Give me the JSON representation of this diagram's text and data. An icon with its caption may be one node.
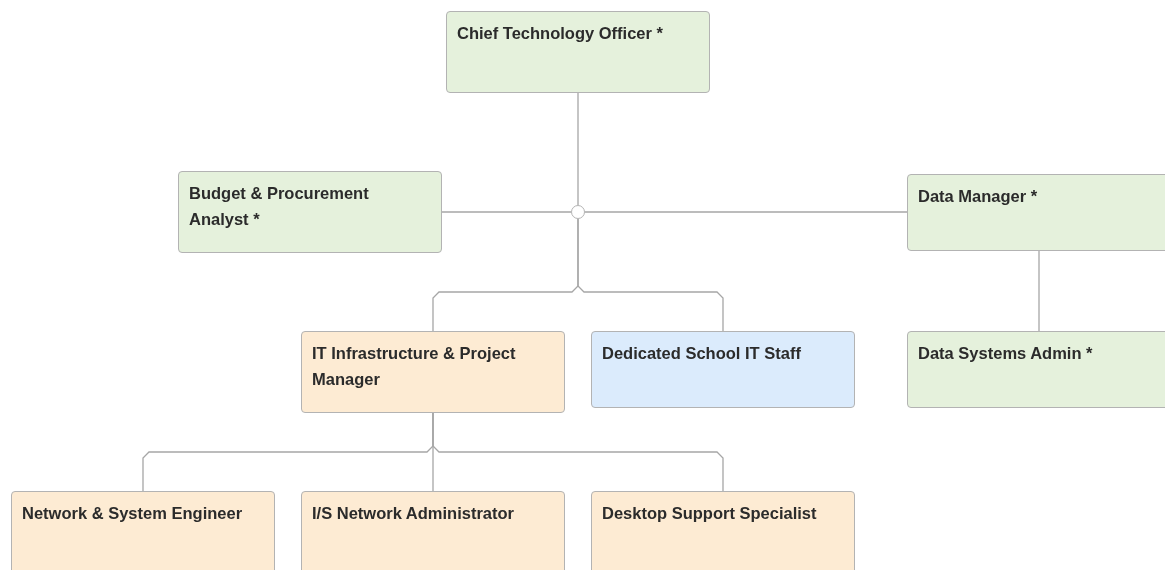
{
  "diagram": {
    "nodes": [
      {
        "text": [
          "Chief Technology Officer *"
        ]
      },
      {
        "text": [
          "Budget & Procurement Analyst *"
        ]
      },
      {
        "text": [
          "Data Manager *"
        ]
      },
      {
        "text": [
          "IT Infrastructure & Project Manager"
        ]
      },
      {
        "text": [
          "Dedicated School IT Staff"
        ]
      },
      {
        "text": [
          "Data Systems Admin *"
        ]
      },
      {
        "text": [
          "Network & System Engineer"
        ]
      },
      {
        "text": [
          "I/S Network Administrator"
        ]
      },
      {
        "text": [
          "Desktop Support Specialist"
        ]
      },
      {
        "text": [],
        "shape": "circle"
      }
    ],
    "edges": [
      {
        "from": 0,
        "to": 9,
        "arrow": "none"
      },
      {
        "from": 9,
        "to": 1,
        "arrow": "none"
      },
      {
        "from": 9,
        "to": 2,
        "arrow": "none"
      },
      {
        "from": 9,
        "to": 3,
        "arrow": "none"
      },
      {
        "from": 9,
        "to": 4,
        "arrow": "none"
      },
      {
        "from": 2,
        "to": 5,
        "arrow": "none"
      },
      {
        "from": 3,
        "to": 6,
        "arrow": "none"
      },
      {
        "from": 3,
        "to": 7,
        "arrow": "none"
      },
      {
        "from": 3,
        "to": 8,
        "arrow": "none"
      }
    ]
  }
}
